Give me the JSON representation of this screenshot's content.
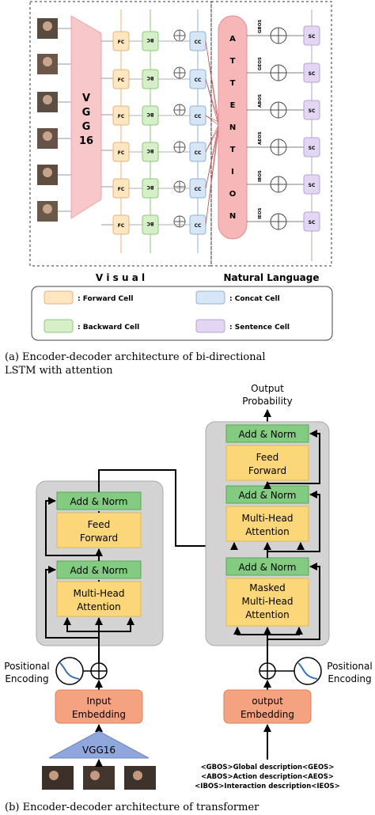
{
  "part_a": {
    "encoder_label": "VGG 16",
    "cells": {
      "fc": "FC",
      "bc": "BC",
      "cc": "CC",
      "sc": "SC"
    },
    "attention_letters": [
      "A",
      "T",
      "T",
      "E",
      "N",
      "T",
      "I",
      "O",
      "N"
    ],
    "sentence_tokens": [
      "GBOS",
      "GEOS",
      "ABOS",
      "AEOS",
      "IBOS",
      "IEOS"
    ],
    "section_visual": "V i s u a l",
    "section_natural": "Natural Language",
    "legend": {
      "forward": ": Forward Cell",
      "backward": ": Backward Cell",
      "concat": ": Concat Cell",
      "sentence": ": Sentence Cell"
    },
    "caption_line1": "(a)  Encoder-decoder architecture of bi-directional",
    "caption_line2": "LSTM with attention"
  },
  "part_b": {
    "output_line1": "Output",
    "output_line2": "Probability",
    "add_norm": "Add & Norm",
    "feed_forward_1": "Feed",
    "feed_forward_2": "Forward",
    "mha_1": "Multi-Head",
    "mha_2": "Attention",
    "masked_1": "Masked",
    "masked_2": "Multi-Head",
    "masked_3": "Attention",
    "pos_enc_1": "Positional",
    "pos_enc_2": "Encoding",
    "input_emb_1": "Input",
    "input_emb_2": "Embedding",
    "output_emb_1": "output",
    "output_emb_2": "Embedding",
    "vgg": "VGG16",
    "desc_1": "<GBOS>Global description<GEOS>",
    "desc_2": "<ABOS>Action description<AEOS>",
    "desc_3": "<IBOS>Interaction description<IEOS>",
    "caption": "(b)  Encoder-decoder architecture of transformer"
  },
  "colors": {
    "forward": "#fde6c0",
    "backward": "#d7efc9",
    "concat": "#d6e6f7",
    "sentence": "#e3d6f3",
    "vgg": "#f7c7c9",
    "attention": "#f7b7b9",
    "addnorm": "#82cb81",
    "feed": "#fcd779",
    "embed": "#f4a27f",
    "vgg16_tri": "#8fa7dc",
    "block_bg": "#d3d3d3"
  }
}
